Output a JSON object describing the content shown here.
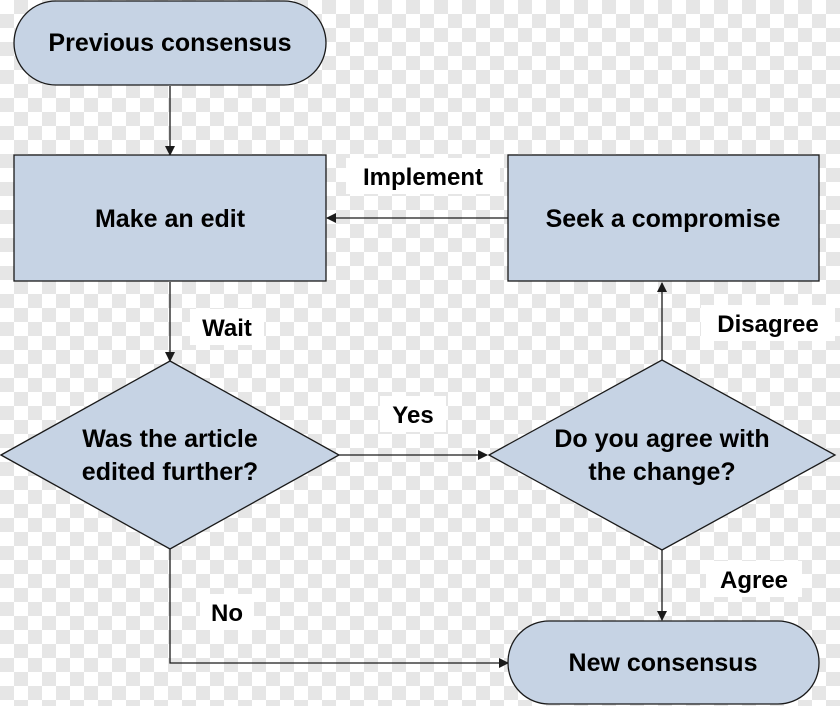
{
  "diagram": {
    "colors": {
      "node_fill": "#c6d3e4",
      "stroke": "#1a1a1a",
      "label_background": "#ffffff"
    },
    "nodes": {
      "previous_consensus": {
        "shape": "rounded-rectangle",
        "label": "Previous consensus"
      },
      "make_edit": {
        "shape": "rectangle",
        "label": "Make an edit"
      },
      "seek_compromise": {
        "shape": "rectangle",
        "label": "Seek a compromise"
      },
      "was_edited": {
        "shape": "diamond",
        "label_line1": "Was the article",
        "label_line2": "edited further?"
      },
      "agree_change": {
        "shape": "diamond",
        "label_line1": "Do you agree with",
        "label_line2": "the change?"
      },
      "new_consensus": {
        "shape": "rounded-rectangle",
        "label": "New consensus"
      }
    },
    "edges": {
      "implement": "Implement",
      "wait": "Wait",
      "yes": "Yes",
      "disagree": "Disagree",
      "agree": "Agree",
      "no": "No"
    }
  }
}
